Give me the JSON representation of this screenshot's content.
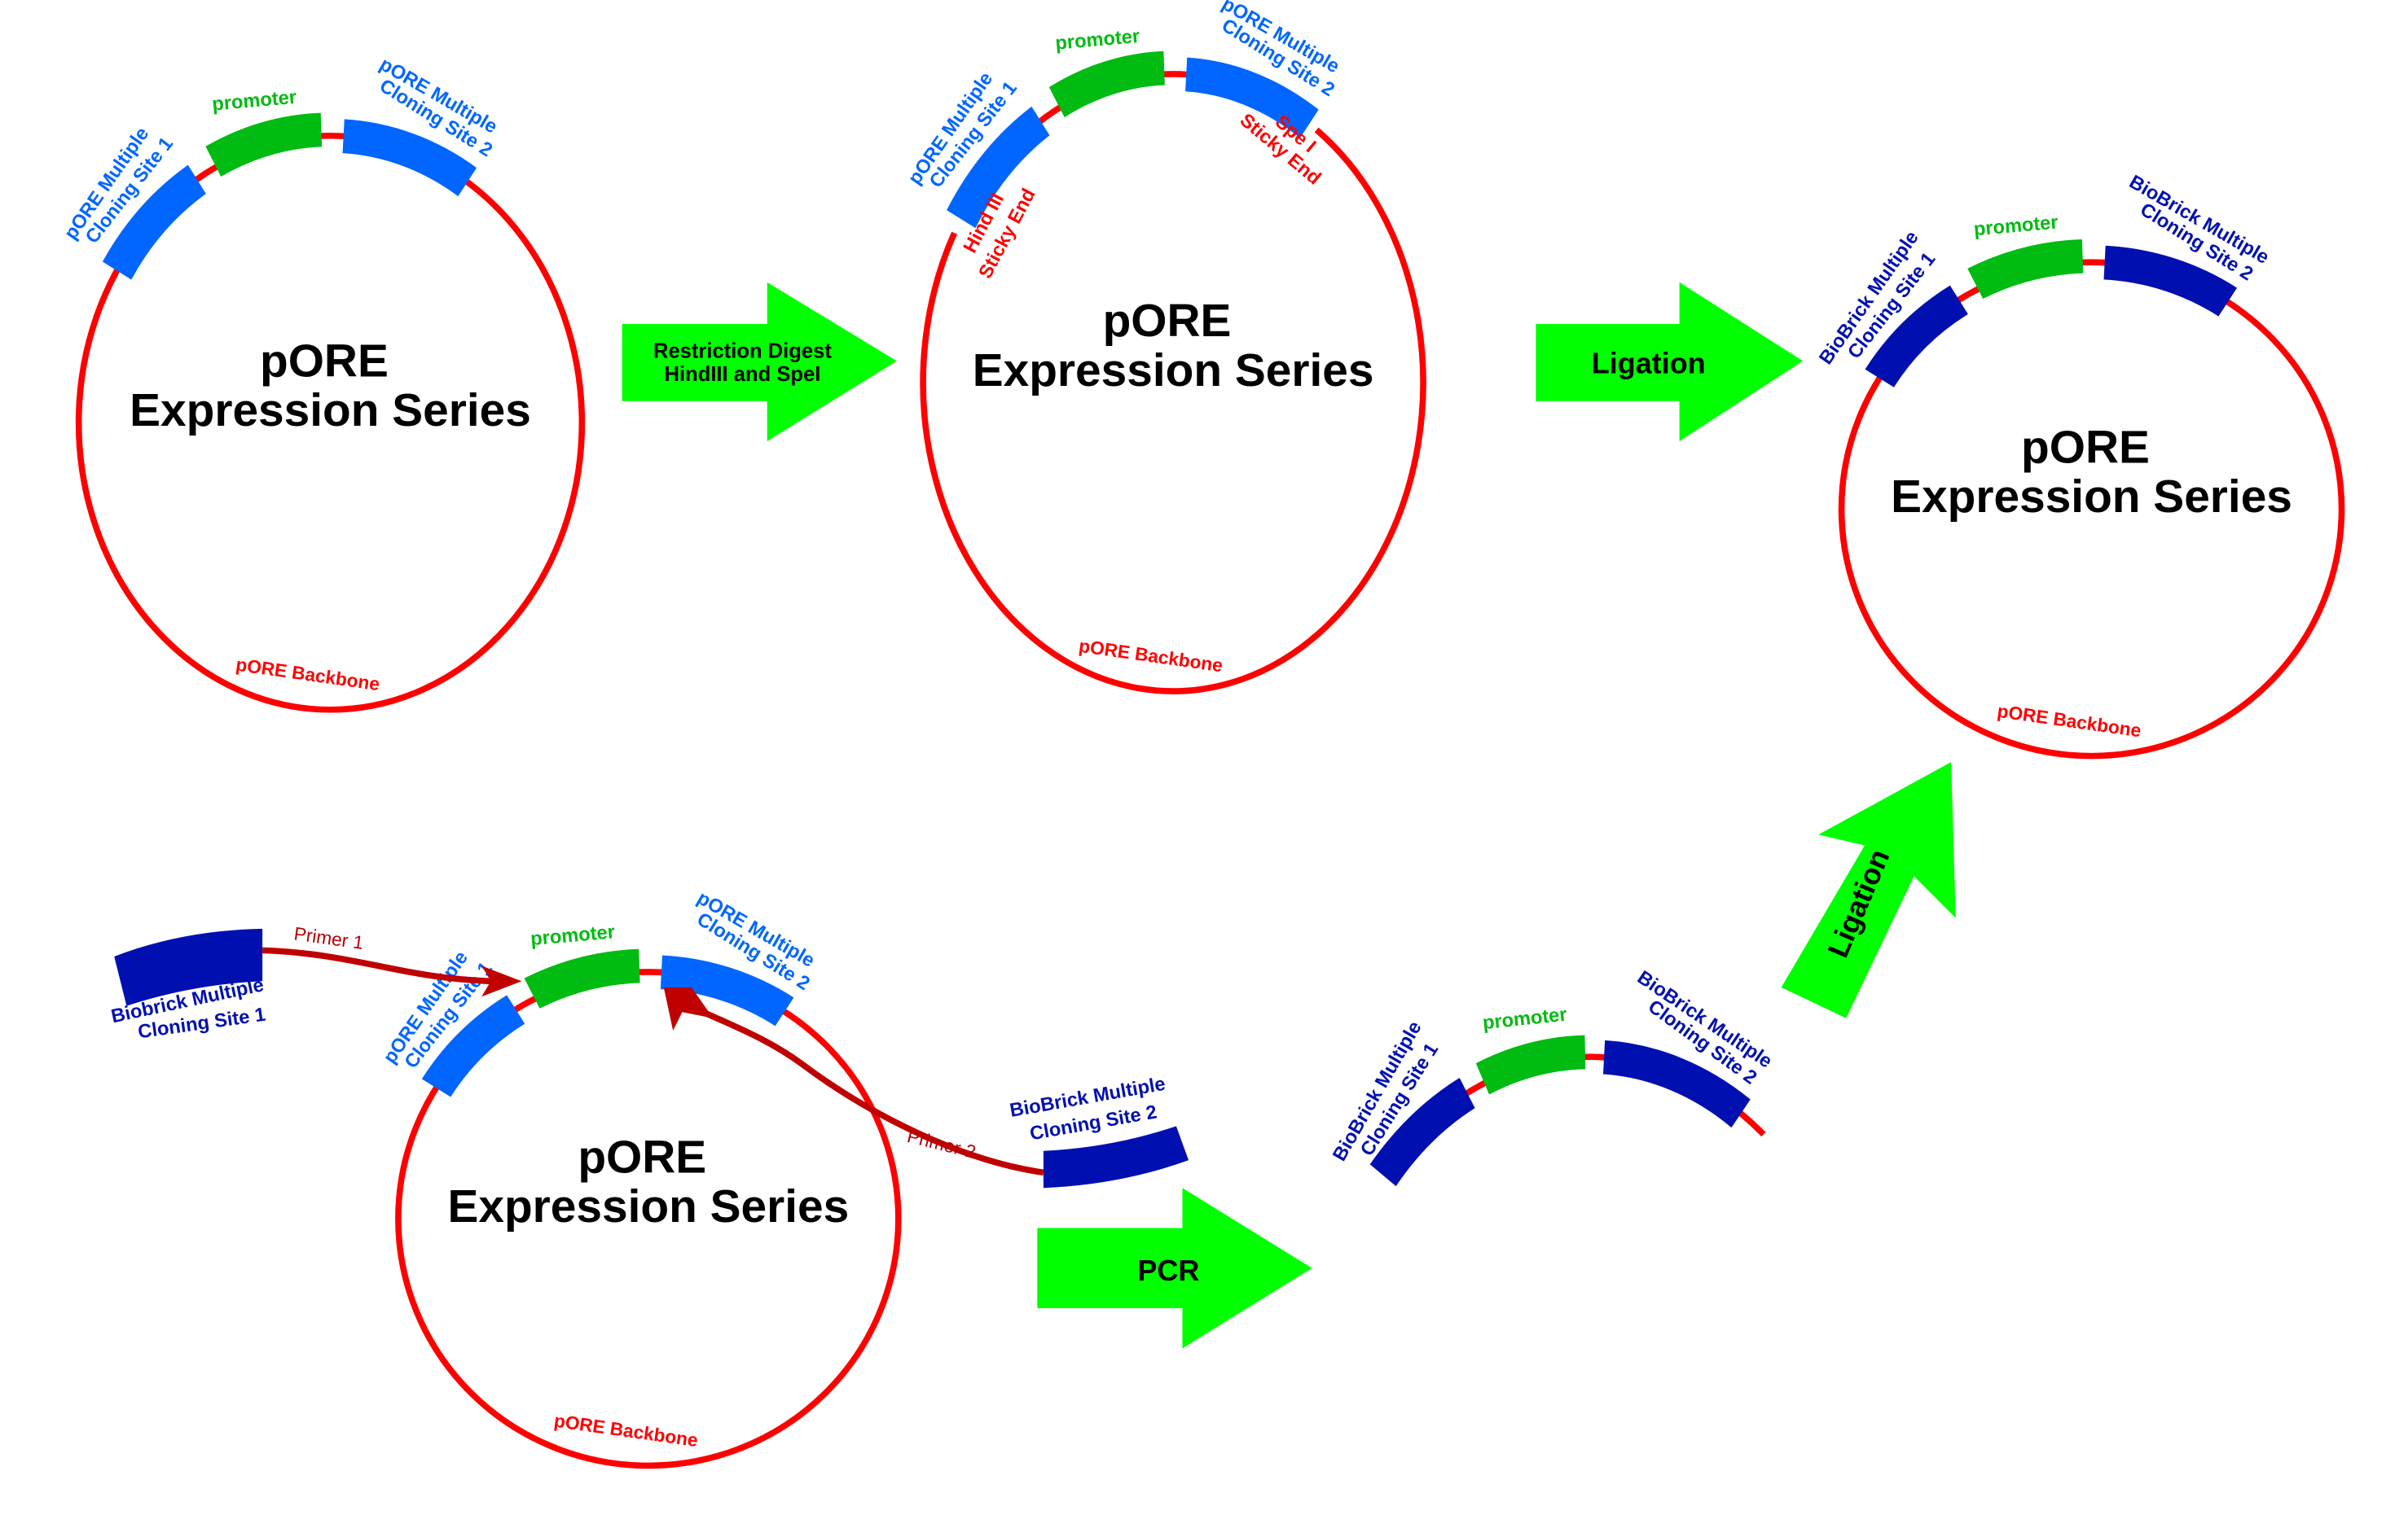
{
  "colors": {
    "backbone": "#ff0000",
    "pore_mcs": "#0066ff",
    "biobrick_mcs": "#0010b0",
    "promoter": "#00bb11",
    "process_arrow": "#00ff00",
    "primer": "#c00000",
    "text": "#000000"
  },
  "plasmids": [
    {
      "id": "original",
      "title_line1": "pORE",
      "title_line2": "Expression Series",
      "backbone_label": "pORE Backbone",
      "mcs1_label_line1": "pORE Multiple",
      "mcs1_label_line2": "Cloning Site 1",
      "promoter_label": "promoter",
      "mcs2_label_line1": "pORE Multiple",
      "mcs2_label_line2": "Cloning Site 2"
    },
    {
      "id": "digested",
      "title_line1": "pORE",
      "title_line2": "Expression Series",
      "backbone_label": "pORE Backbone",
      "mcs1_label_line1": "pORE Multiple",
      "mcs1_label_line2": "Cloning Site 1",
      "promoter_label": "promoter",
      "mcs2_label_line1": "pORE Multiple",
      "mcs2_label_line2": "Cloning Site 2",
      "sticky_end_1_line1": "Hind III",
      "sticky_end_1_line2": "Sticky End",
      "sticky_end_2_line1": "Spe I",
      "sticky_end_2_line2": "Sticky End"
    },
    {
      "id": "ligated",
      "title_line1": "pORE",
      "title_line2": "Expression Series",
      "backbone_label": "pORE Backbone",
      "mcs1_label_line1": "BioBrick Multiple",
      "mcs1_label_line2": "Cloning Site 1",
      "promoter_label": "promoter",
      "mcs2_label_line1": "BioBrick Multiple",
      "mcs2_label_line2": "Cloning Site 2"
    },
    {
      "id": "pcr_template",
      "title_line1": "pORE",
      "title_line2": "Expression Series",
      "backbone_label": "pORE Backbone",
      "mcs1_label_line1": "pORE Multiple",
      "mcs1_label_line2": "Cloning Site 1",
      "promoter_label": "promoter",
      "mcs2_label_line1": "pORE Multiple",
      "mcs2_label_line2": "Cloning Site 2"
    }
  ],
  "primers": {
    "primer1": {
      "label": "Primer 1",
      "site_label_line1": "Biobrick Multiple",
      "site_label_line2": "Cloning Site 1"
    },
    "primer2": {
      "label": "Primer 2",
      "site_label_line1": "BioBrick Multiple",
      "site_label_line2": "Cloning Site 2"
    }
  },
  "pcr_product": {
    "mcs1_label_line1": "BioBrick Multiple",
    "mcs1_label_line2": "Cloning Site 1",
    "promoter_label": "promoter",
    "mcs2_label_line1": "BioBrick Multiple",
    "mcs2_label_line2": "Cloning Site 2"
  },
  "process_arrows": {
    "digest_line1": "Restriction Digest",
    "digest_line2": "HindIII and SpeI",
    "ligation_top": "Ligation",
    "pcr": "PCR",
    "ligation_diag": "Ligation"
  }
}
